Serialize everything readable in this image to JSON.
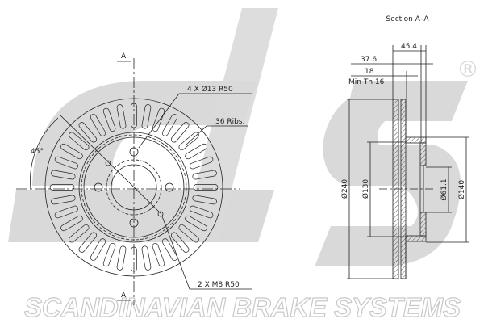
{
  "watermark": {
    "brand_text": "SCANDINAVIAN BRAKE SYSTEMS",
    "registered_mark": "®",
    "color": "#d9d9d9"
  },
  "section_view": {
    "title": "Section A–A",
    "dims": {
      "width_total": "45.4",
      "offset": "37.6",
      "thickness": "18",
      "min_thickness": "Min Th 16",
      "outer_diameter": "Ø240",
      "inner_diameter": "Ø130",
      "center_bore": "Ø61.1",
      "hat_diameter": "Ø140"
    }
  },
  "front_view": {
    "section_mark_top": "A",
    "section_mark_bottom": "A",
    "angle": "45°",
    "bolt_holes": "4 X Ø13 R50",
    "ribs": "36 Ribs.",
    "threaded_holes": "2 X M8 R50",
    "rib_count": 36
  }
}
